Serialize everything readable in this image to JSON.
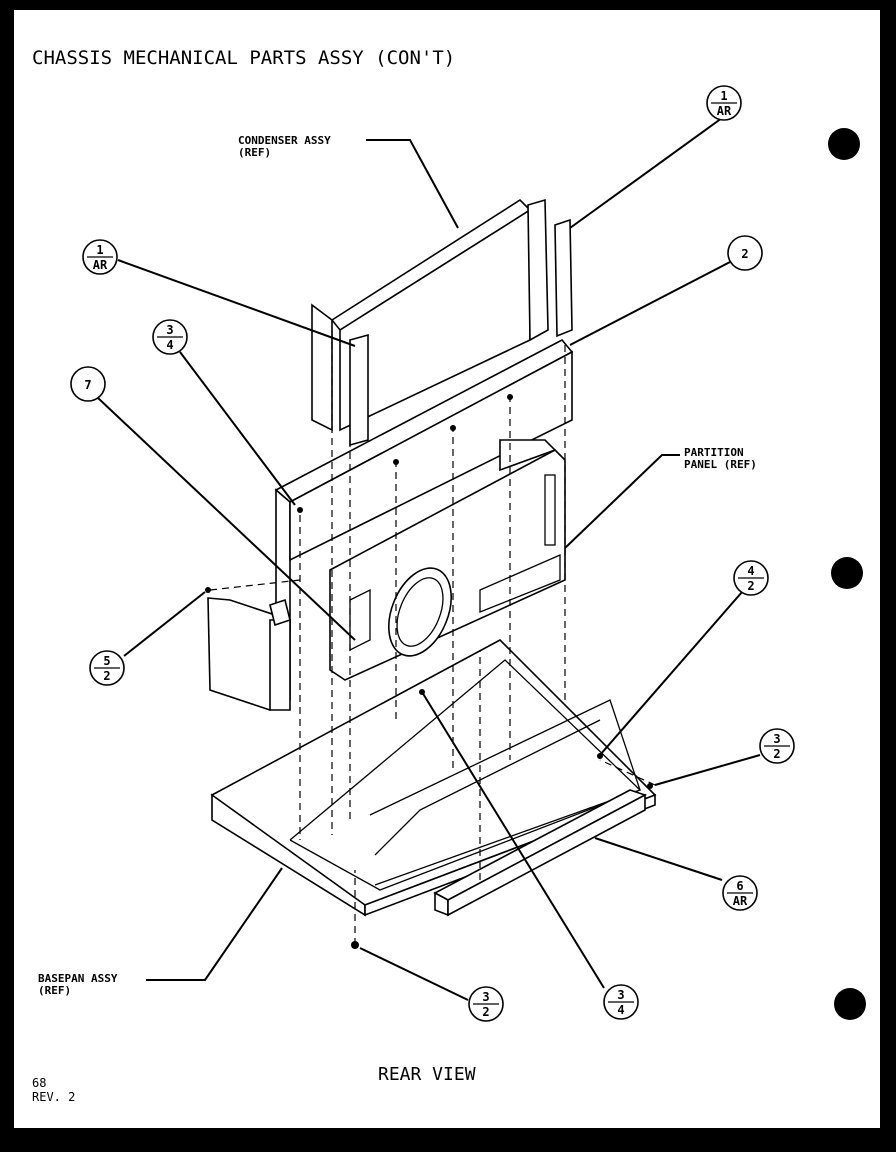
{
  "page": {
    "title": "CHASSIS MECHANICAL PARTS ASSY (CON'T)",
    "view_label": "REAR VIEW",
    "page_number": "68",
    "revision": "REV. 2"
  },
  "labels": {
    "condenser": [
      "CONDENSER ASSY",
      "(REF)"
    ],
    "partition": [
      "PARTITION",
      "PANEL (REF)"
    ],
    "basepan": [
      "BASEPAN ASSY",
      "(REF)"
    ]
  },
  "callouts": [
    {
      "id": "c1",
      "top": "1",
      "bottom": "AR"
    },
    {
      "id": "c2",
      "top": "1",
      "bottom": "AR"
    },
    {
      "id": "c3",
      "top": "2",
      "bottom": ""
    },
    {
      "id": "c4",
      "top": "3",
      "bottom": "4"
    },
    {
      "id": "c5",
      "top": "7",
      "bottom": ""
    },
    {
      "id": "c6",
      "top": "4",
      "bottom": "2"
    },
    {
      "id": "c7",
      "top": "5",
      "bottom": "2"
    },
    {
      "id": "c8",
      "top": "3",
      "bottom": "2"
    },
    {
      "id": "c9",
      "top": "6",
      "bottom": "AR"
    },
    {
      "id": "c10",
      "top": "3",
      "bottom": "2"
    },
    {
      "id": "c11",
      "top": "3",
      "bottom": "4"
    }
  ]
}
